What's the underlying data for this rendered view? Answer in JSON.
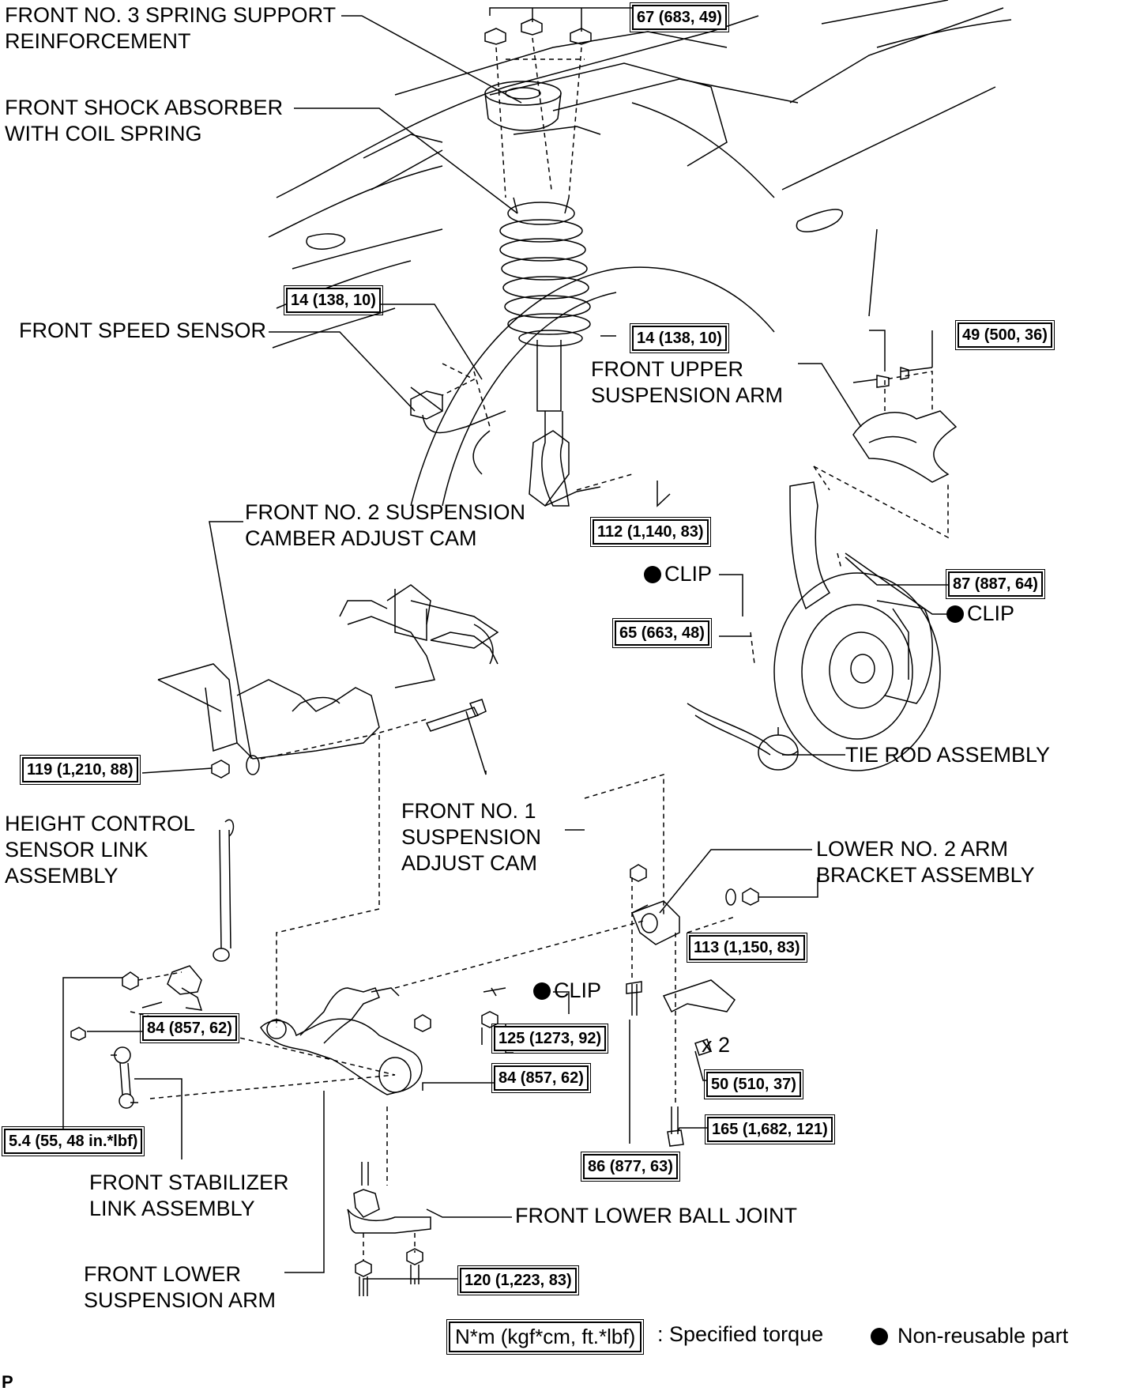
{
  "labels": {
    "spring_support": [
      "FRONT NO. 3 SPRING SUPPORT",
      "REINFORCEMENT"
    ],
    "shock_absorber": [
      "FRONT SHOCK ABSORBER",
      "WITH COIL SPRING"
    ],
    "speed_sensor": "FRONT SPEED SENSOR",
    "upper_arm": [
      "FRONT UPPER",
      "SUSPENSION ARM"
    ],
    "camber_cam": [
      "FRONT NO. 2 SUSPENSION",
      "CAMBER ADJUST CAM"
    ],
    "clip": "CLIP",
    "tie_rod": "TIE ROD ASSEMBLY",
    "adjust_cam": [
      "FRONT NO. 1",
      "SUSPENSION",
      "ADJUST CAM"
    ],
    "height_sensor": [
      "HEIGHT CONTROL",
      "SENSOR LINK",
      "ASSEMBLY"
    ],
    "arm_bracket": [
      "LOWER NO. 2 ARM",
      "BRACKET ASSEMBLY"
    ],
    "x2": "x 2",
    "stabilizer_link": [
      "FRONT STABILIZER",
      "LINK ASSEMBLY"
    ],
    "lower_ball_joint": "FRONT LOWER BALL JOINT",
    "lower_arm": [
      "FRONT LOWER",
      "SUSPENSION ARM"
    ]
  },
  "torques": {
    "t67": "67 (683, 49)",
    "t14a": "14 (138, 10)",
    "t14b": "14 (138, 10)",
    "t49": "49 (500, 36)",
    "t112": "112 (1,140, 83)",
    "t87": "87 (887, 64)",
    "t65": "65 (663, 48)",
    "t119": "119 (1,210, 88)",
    "t113": "113 (1,150, 83)",
    "t84a": "84 (857, 62)",
    "t125": "125 (1273, 92)",
    "t84b": "84 (857, 62)",
    "t50": "50 (510, 37)",
    "t165": "165 (1,682, 121)",
    "t54": "5.4 (55, 48 in.*lbf)",
    "t86": "86 (877, 63)",
    "t120": "120 (1,223, 83)"
  },
  "legend": {
    "torque_box": "N*m (kgf*cm, ft.*lbf)",
    "torque_text": ": Specified torque",
    "nonreusable_text": "Non-reusable part"
  },
  "footer_code": "P"
}
